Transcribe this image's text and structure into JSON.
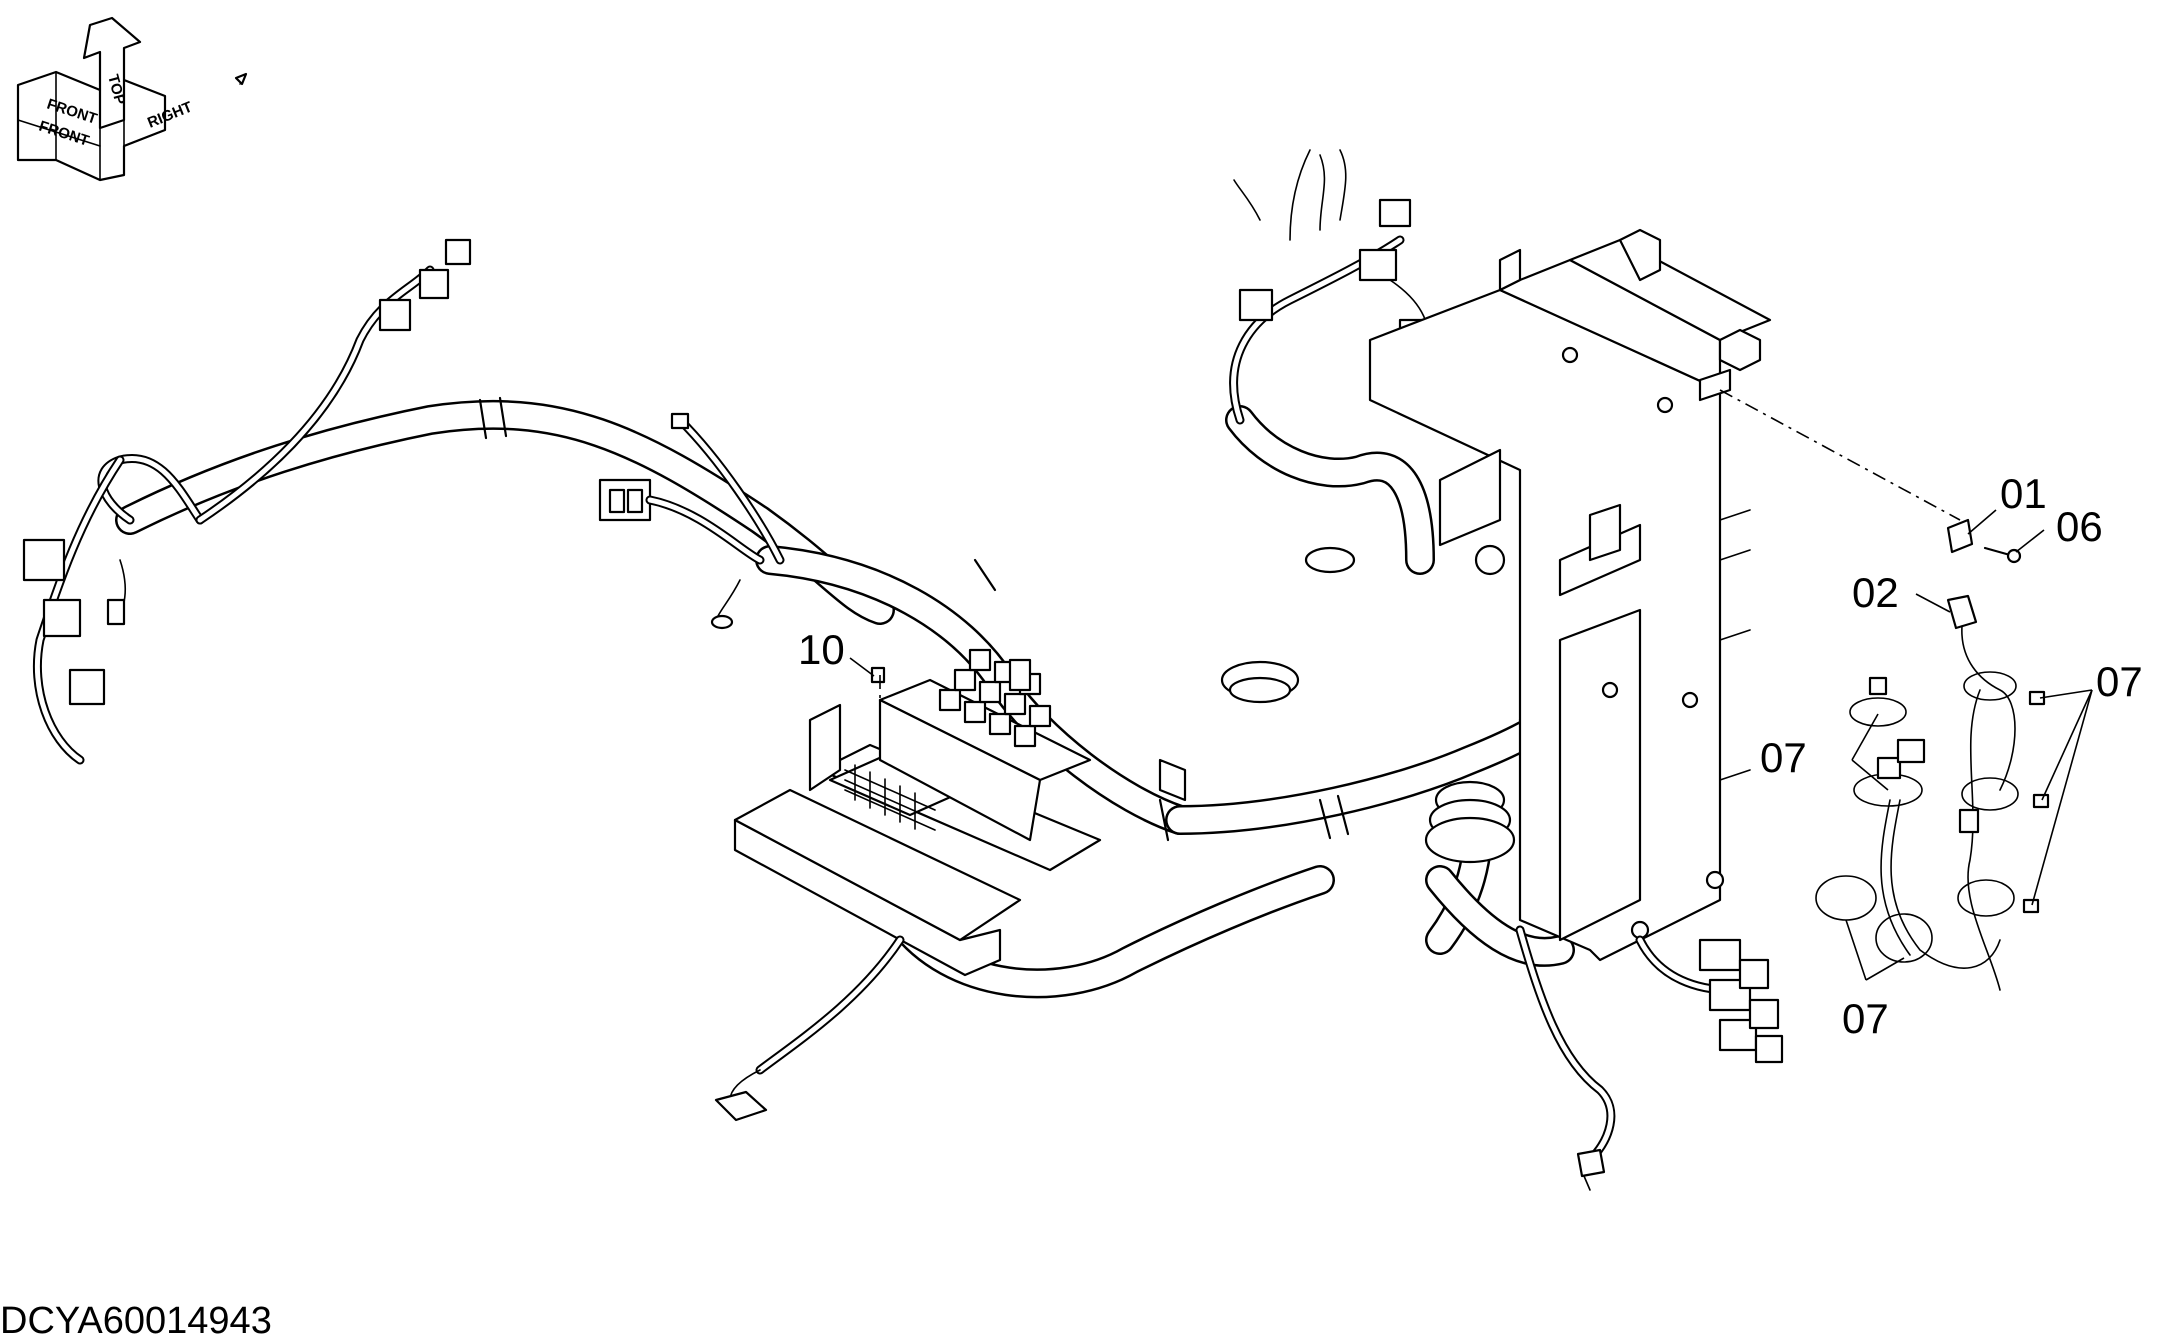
{
  "orientation": {
    "top": "TOP",
    "front": "FRONT",
    "right": "RIGHT"
  },
  "callouts": {
    "c01": "01",
    "c02": "02",
    "c06": "06",
    "c07": "07",
    "c10": "10"
  },
  "document_id": "DCYA60014943"
}
